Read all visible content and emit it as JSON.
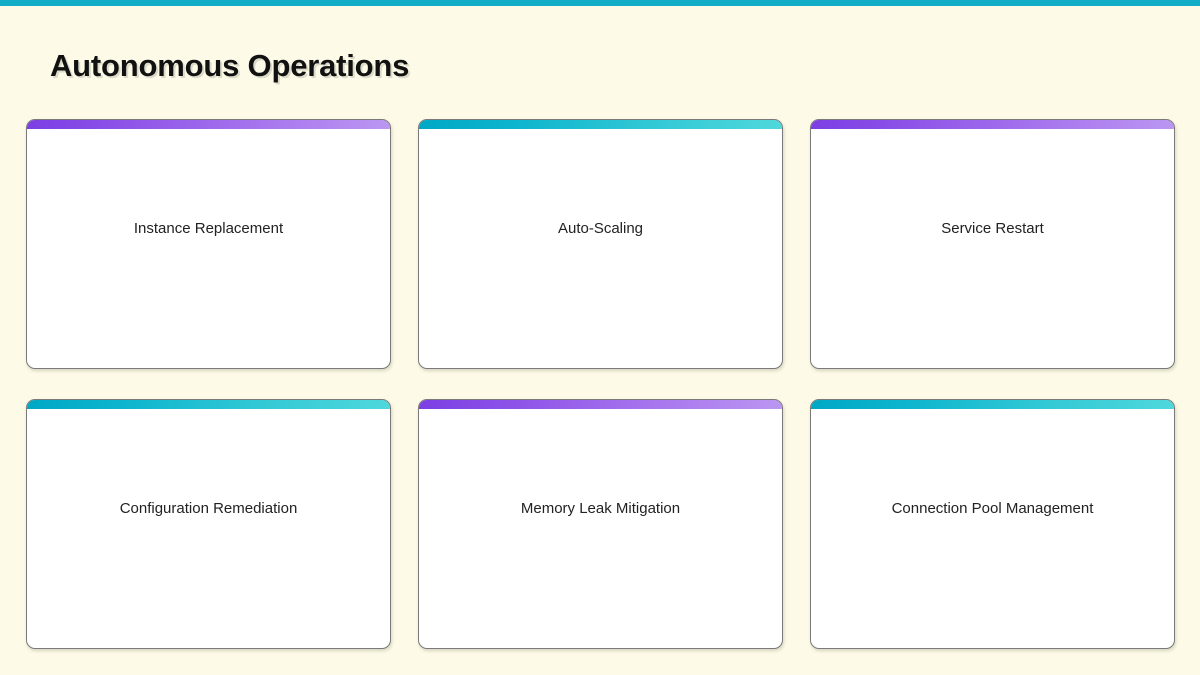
{
  "page": {
    "title": "Autonomous Operations",
    "background_color": "#fdfbe7",
    "top_bar_color": "#12aec8"
  },
  "cards": [
    {
      "label": "Instance Replacement",
      "accent": "purple",
      "accent_from": "#7c3fe4",
      "accent_to": "#bb96f2"
    },
    {
      "label": "Auto-Scaling",
      "accent": "teal",
      "accent_from": "#00a8c6",
      "accent_to": "#4fd8dc"
    },
    {
      "label": "Service Restart",
      "accent": "purple",
      "accent_from": "#7c3fe4",
      "accent_to": "#bb96f2"
    },
    {
      "label": "Configuration Remediation",
      "accent": "teal",
      "accent_from": "#00a8c6",
      "accent_to": "#4fd8dc"
    },
    {
      "label": "Memory Leak Mitigation",
      "accent": "purple",
      "accent_from": "#7c3fe4",
      "accent_to": "#bb96f2"
    },
    {
      "label": "Connection Pool Management",
      "accent": "teal",
      "accent_from": "#00a8c6",
      "accent_to": "#4fd8dc"
    }
  ]
}
